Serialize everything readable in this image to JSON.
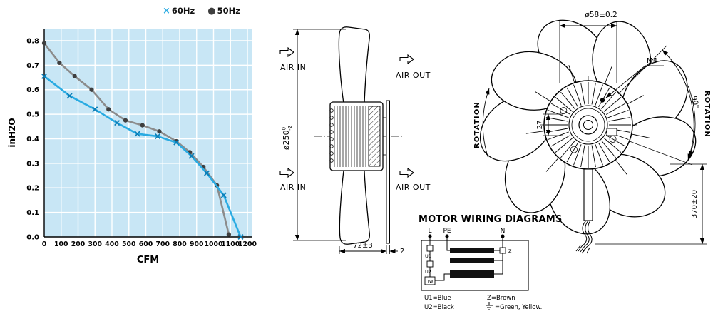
{
  "chart_data": {
    "type": "line",
    "title": "",
    "xlabel": "CFM",
    "ylabel": "inH2O",
    "xlim": [
      0,
      1200
    ],
    "ylim": [
      0,
      0.8
    ],
    "xticks": [
      0,
      100,
      200,
      300,
      400,
      500,
      600,
      700,
      800,
      900,
      1000,
      1100,
      1200
    ],
    "yticks": [
      0,
      0.1,
      0.2,
      0.3,
      0.4,
      0.5,
      0.6,
      0.7,
      0.8
    ],
    "grid": true,
    "plot_background": "#c8e6f5",
    "gridline_color": "#ffffff",
    "legend_position": "top",
    "series": [
      {
        "name": "60Hz",
        "marker": "x",
        "color": "#2aabe2",
        "marker_color": "#0a7fb8",
        "x": [
          0,
          150,
          300,
          430,
          550,
          670,
          780,
          870,
          960,
          1060,
          1160
        ],
        "y": [
          0.655,
          0.575,
          0.52,
          0.465,
          0.42,
          0.41,
          0.385,
          0.33,
          0.26,
          0.17,
          0.0
        ]
      },
      {
        "name": "50Hz",
        "marker": "dot",
        "color": "#8c8c8c",
        "marker_color": "#3f3f3f",
        "x": [
          0,
          90,
          180,
          280,
          380,
          480,
          580,
          680,
          780,
          860,
          940,
          1020,
          1090
        ],
        "y": [
          0.79,
          0.71,
          0.655,
          0.6,
          0.52,
          0.475,
          0.455,
          0.43,
          0.39,
          0.345,
          0.285,
          0.21,
          0.01
        ]
      }
    ]
  },
  "side_view": {
    "air_in_top": "AIR IN",
    "air_out_top": "AIR OUT",
    "air_in_bottom": "AIR IN",
    "air_out_bottom": "AIR OUT",
    "dim_diameter": "ø250",
    "dim_diameter_tol_upper": "0",
    "dim_diameter_tol_lower": "-2",
    "dim_depth": "72±3",
    "dim_plate_thickness": "2"
  },
  "front_view": {
    "dim_bolt_circle": "ø58±0.2",
    "dim_thread": "M4",
    "dim_hub_offset": "27",
    "dim_angle": "90°",
    "dim_cable_length": "370±20",
    "rotation_left": "ROTATION",
    "rotation_right": "ROTATION"
  },
  "wiring": {
    "title": "MOTOR WIRING DIAGRAMS",
    "terminals": {
      "l": "L",
      "pe": "PE",
      "n": "N",
      "u1": "U1",
      "u2": "U2",
      "z": "Z",
      "tw": "TW"
    },
    "notes": {
      "u1": "U1=Blue",
      "u2": "U2=Black",
      "z": "Z=Brown",
      "ground": "=Green, Yellow.",
      "ground_symbol": "earth-ground"
    }
  }
}
